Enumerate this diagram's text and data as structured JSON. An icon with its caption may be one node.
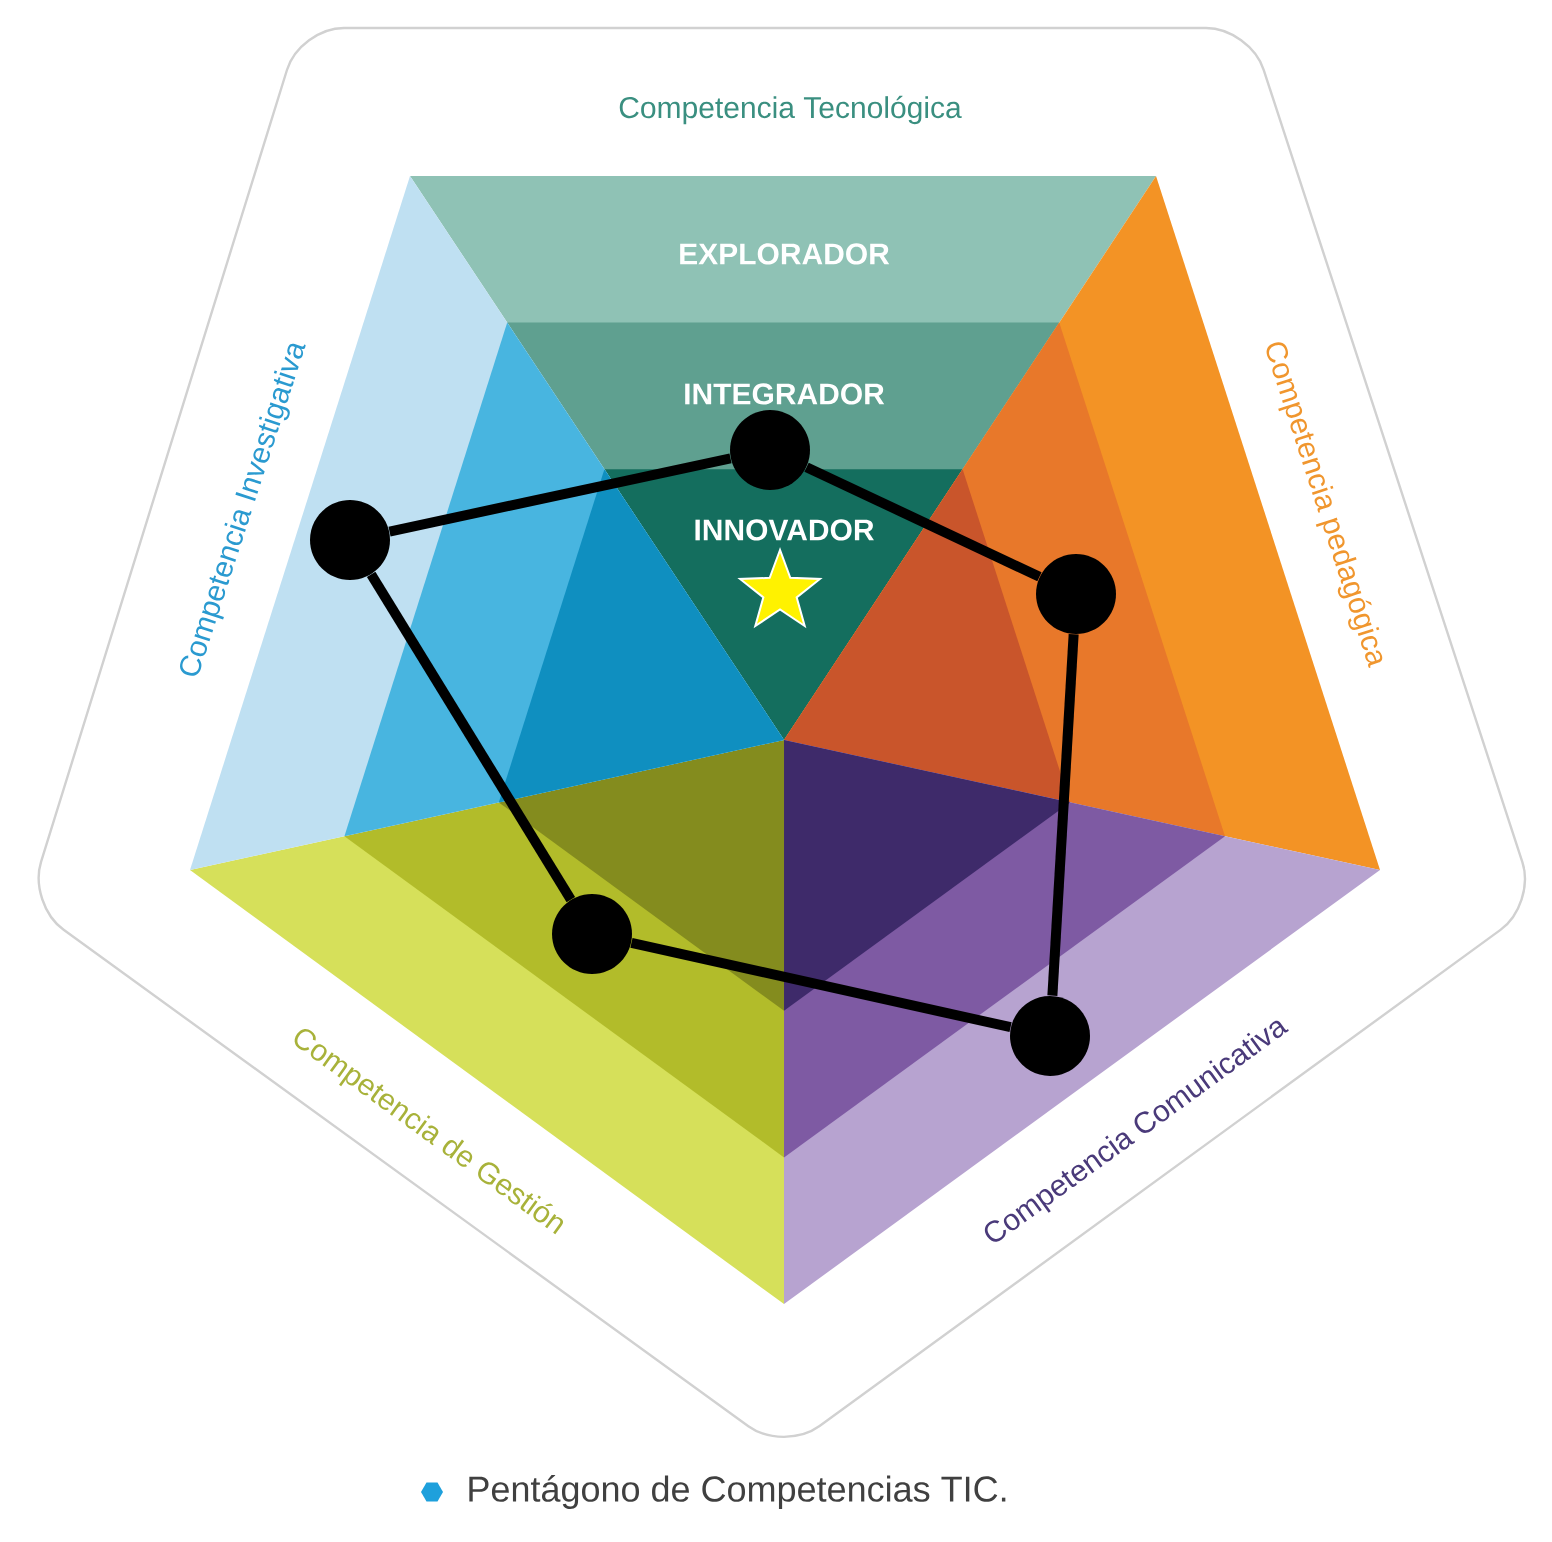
{
  "diagram": {
    "caption": "Pentágono de Competencias TIC.",
    "nodes": [
      {
        "text": [],
        "shape": "circle"
      },
      {
        "text": [],
        "shape": "circle"
      },
      {
        "text": [],
        "shape": "circle"
      },
      {
        "text": [],
        "shape": "circle"
      },
      {
        "text": [],
        "shape": "circle"
      }
    ],
    "edges": [
      {
        "from": 1,
        "to": 0,
        "arrow": "none"
      },
      {
        "from": 0,
        "to": 2,
        "arrow": "none"
      },
      {
        "from": 2,
        "to": 4,
        "arrow": "none"
      },
      {
        "from": 4,
        "to": 3,
        "arrow": "none"
      },
      {
        "from": 3,
        "to": 1,
        "arrow": "none"
      }
    ],
    "labels": [
      "Competencia Tecnológica",
      "EXPLORADOR",
      "INTEGRADOR",
      "INNOVADOR",
      "Competencia pedagógica",
      "Competencia Comunicativa",
      "Competencia de Gestión",
      "Competencia Investigativa"
    ]
  }
}
